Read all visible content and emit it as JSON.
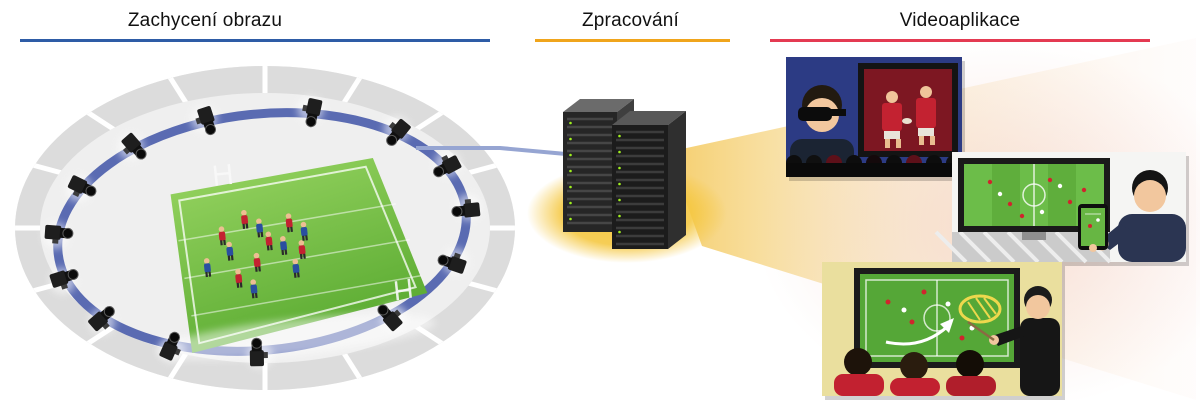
{
  "sections": [
    {
      "id": "capture",
      "label": "Zachycení obrazu",
      "accent": "#2e5ca6"
    },
    {
      "id": "processing",
      "label": "Zpracování",
      "accent": "#f0a51c"
    },
    {
      "id": "applications",
      "label": "Videoaplikace",
      "accent": "#e43a52"
    }
  ],
  "colors": {
    "background": "#ffffff",
    "capture_accent": "#2e5ca6",
    "processing_accent": "#f0a51c",
    "applications_accent": "#e43a52",
    "field_green": "#5fae3c",
    "camera_ring_blue": "#5163ae",
    "server_glow_yellow": "#f5c843",
    "team_red": "#c32231",
    "team_blue": "#2a4fa0"
  },
  "illustration": {
    "stadium": {
      "camera_count": 14,
      "player_count": 14
    },
    "servers": {
      "tower_count": 2
    },
    "video_applications": [
      "vr-cinema-scene",
      "stadium-smartphone-scene",
      "tactics-analysis-scene"
    ]
  }
}
